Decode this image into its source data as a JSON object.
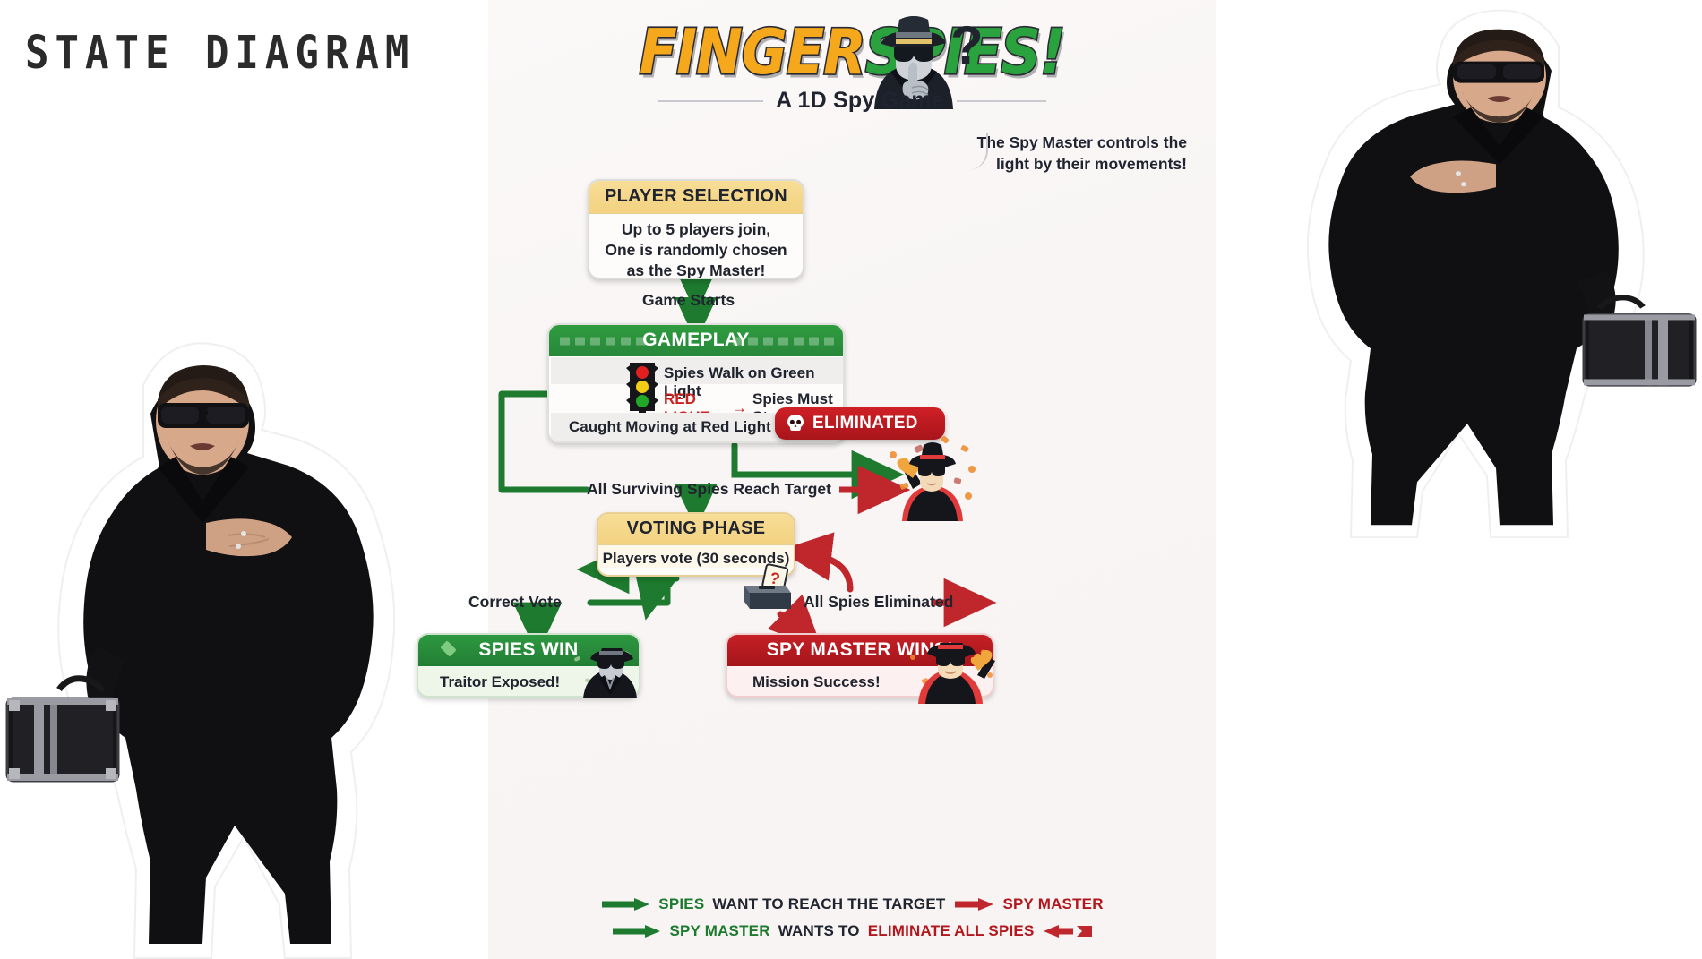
{
  "page": {
    "left_title": "STATE DIAGRAM",
    "background_color": "#ffffff",
    "panel_color": "#f8f5f4"
  },
  "logo": {
    "word1": "FINGER",
    "word2": "SPIES!",
    "word1_color": "#f5a81c",
    "word2_color": "#2aa33f",
    "subtitle": "A 1D Spy Game",
    "question_mark": "?",
    "spy_icon": "spy-head-shush-icon"
  },
  "spy_master_note": {
    "bold": "The Spy Master",
    "rest": " controls the",
    "line2": "light by their movements!"
  },
  "nodes": {
    "player_selection": {
      "title": "PLAYER SELECTION",
      "line1": "Up to 5 players join,",
      "line2": "One is randomly chosen",
      "line3": "as the Spy Master!",
      "header_color": "#f3d281"
    },
    "gameplay": {
      "title": "GAMEPLAY",
      "row1": "Spies Walk on Green Light",
      "row2_red": "RED LIGHT",
      "row2_arrow": "→",
      "row2_rest": "Spies Must Stop",
      "row3": "Caught Moving at Red Light",
      "row3_arrow": "→",
      "header_color": "#27873a",
      "traffic_light_icon": "traffic-light-icon"
    },
    "eliminated": {
      "label": "ELIMINATED",
      "icon": "skull-icon",
      "color": "#b8181e"
    },
    "voting": {
      "title": "VOTING PHASE",
      "body": "Players vote (30 seconds)",
      "header_color": "#f3d281"
    },
    "spies_win": {
      "title": "SPIES WIN",
      "body": "Traitor Exposed!",
      "header_color": "#237e35",
      "icon": "diamond-icon",
      "art": "spy-agent-green-icon"
    },
    "spymaster_win": {
      "title": "SPY MASTER WINS!",
      "body": "Mission Success!",
      "header_color": "#a5151b",
      "art": "spy-master-red-celebrating-icon"
    }
  },
  "edges": {
    "game_starts": "Game Starts",
    "reach_target": "All Surviving Spies Reach Target",
    "correct_vote": "Correct Vote",
    "all_eliminated": "All Spies Eliminated",
    "ballot_icon": "ballot-box-question-icon",
    "green_color": "#1d7a2e",
    "red_color": "#c0272d"
  },
  "legend": {
    "row1": {
      "a": "SPIES",
      "b": "WANT TO REACH THE TARGET",
      "c": "SPY MASTER"
    },
    "row2": {
      "a": "SPY MASTER",
      "b": "WANTS TO",
      "c": "ELIMINATE ALL SPIES"
    }
  },
  "photos": {
    "left": "spy-person-briefcase-photo",
    "right": "spy-person-briefcase-photo-mirrored"
  }
}
